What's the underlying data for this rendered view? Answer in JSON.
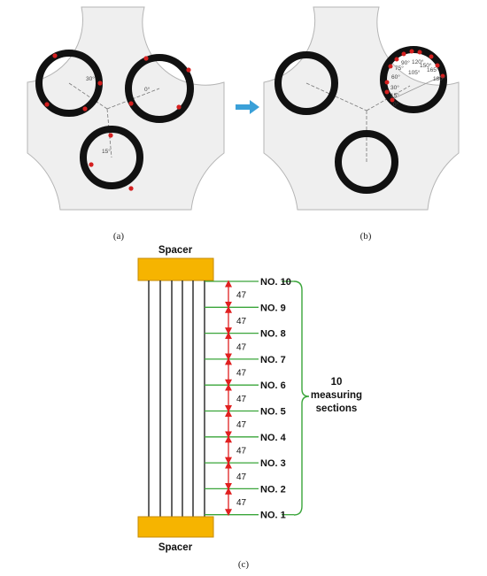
{
  "panel_a": {
    "caption": "(a)",
    "angles": {
      "top_left": "30°",
      "top_right": "0°",
      "bottom": "15°"
    }
  },
  "panel_b": {
    "caption": "(b)",
    "angles": [
      "0°",
      "15°",
      "30°",
      "60°",
      "75°",
      "90°",
      "105°",
      "120°",
      "150°",
      "165°",
      "180°"
    ]
  },
  "panel_c": {
    "caption": "(c)",
    "spacer_top": "Spacer",
    "spacer_bottom": "Spacer",
    "sections": [
      "NO. 10",
      "NO. 9",
      "NO. 8",
      "NO. 7",
      "NO. 6",
      "NO. 5",
      "NO. 4",
      "NO. 3",
      "NO. 2",
      "NO. 1"
    ],
    "gaps": [
      "47",
      "47",
      "47",
      "47",
      "47",
      "47",
      "47",
      "47",
      "47"
    ],
    "brace_label": [
      "10",
      "measuring",
      "sections"
    ]
  },
  "colors": {
    "plate_fill": "#efefef",
    "plate_stroke": "#b5b5b5",
    "ring": "#111111",
    "probe": "#d42020",
    "arrow": "#3aa0d8",
    "spacer": "#f6b400",
    "section_line": "#3aa53a",
    "dimension_arrow": "#e02020"
  }
}
